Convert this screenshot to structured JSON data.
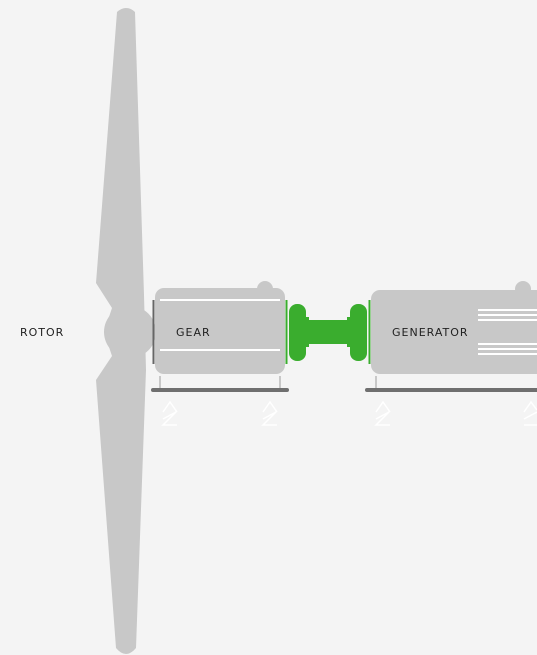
{
  "labels": {
    "rotor": "ROTOR",
    "gear": "GEAR",
    "generator": "GENERATOR"
  },
  "colors": {
    "background": "#f4f4f4",
    "body": "#c8c8c8",
    "coupling": "#3aad2e",
    "base": "#6f6f6f",
    "label": "#222222"
  }
}
